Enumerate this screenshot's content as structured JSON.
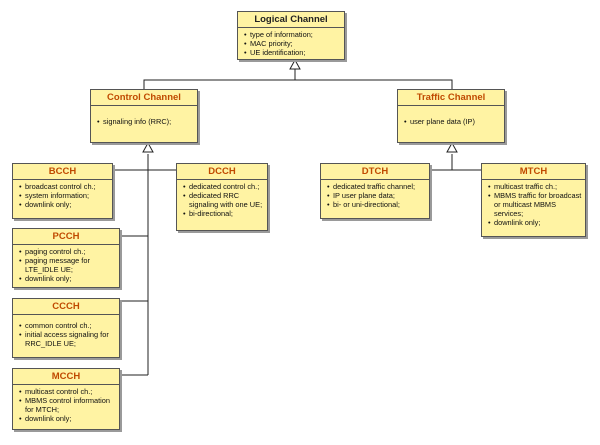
{
  "boxes": {
    "logical": {
      "title": "Logical Channel",
      "items": [
        "type of information;",
        "MAC priority;",
        "UE identification;"
      ]
    },
    "control": {
      "title": "Control Channel",
      "items": [
        "signaling info (RRC);"
      ]
    },
    "traffic": {
      "title": "Traffic Channel",
      "items": [
        "user plane data (IP)"
      ]
    },
    "bcch": {
      "title": "BCCH",
      "items": [
        "broadcast control ch.;",
        "system information;",
        "downlink only;"
      ]
    },
    "dcch": {
      "title": "DCCH",
      "items": [
        "dedicated control ch.;",
        "dedicated RRC signaling with one UE;",
        "bi-directional;"
      ]
    },
    "pcch": {
      "title": "PCCH",
      "items": [
        "paging control ch.;",
        "paging message for LTE_IDLE UE;",
        "downlink only;"
      ]
    },
    "ccch": {
      "title": "CCCH",
      "items": [
        "common control ch.;",
        "initial access signaling for RRC_IDLE UE;"
      ]
    },
    "mcch": {
      "title": "MCCH",
      "items": [
        "multicast control ch.;",
        "MBMS control information for MTCH;",
        "downlink only;"
      ]
    },
    "dtch": {
      "title": "DTCH",
      "items": [
        "dedicated traffic channel;",
        "IP user plane data;",
        "bi- or uni-directional;"
      ]
    },
    "mtch": {
      "title": "MTCH",
      "items": [
        "multicast traffic ch.;",
        "MBMS traffic for broadcast or multicast MBMS services;",
        "downlink only;"
      ]
    }
  }
}
